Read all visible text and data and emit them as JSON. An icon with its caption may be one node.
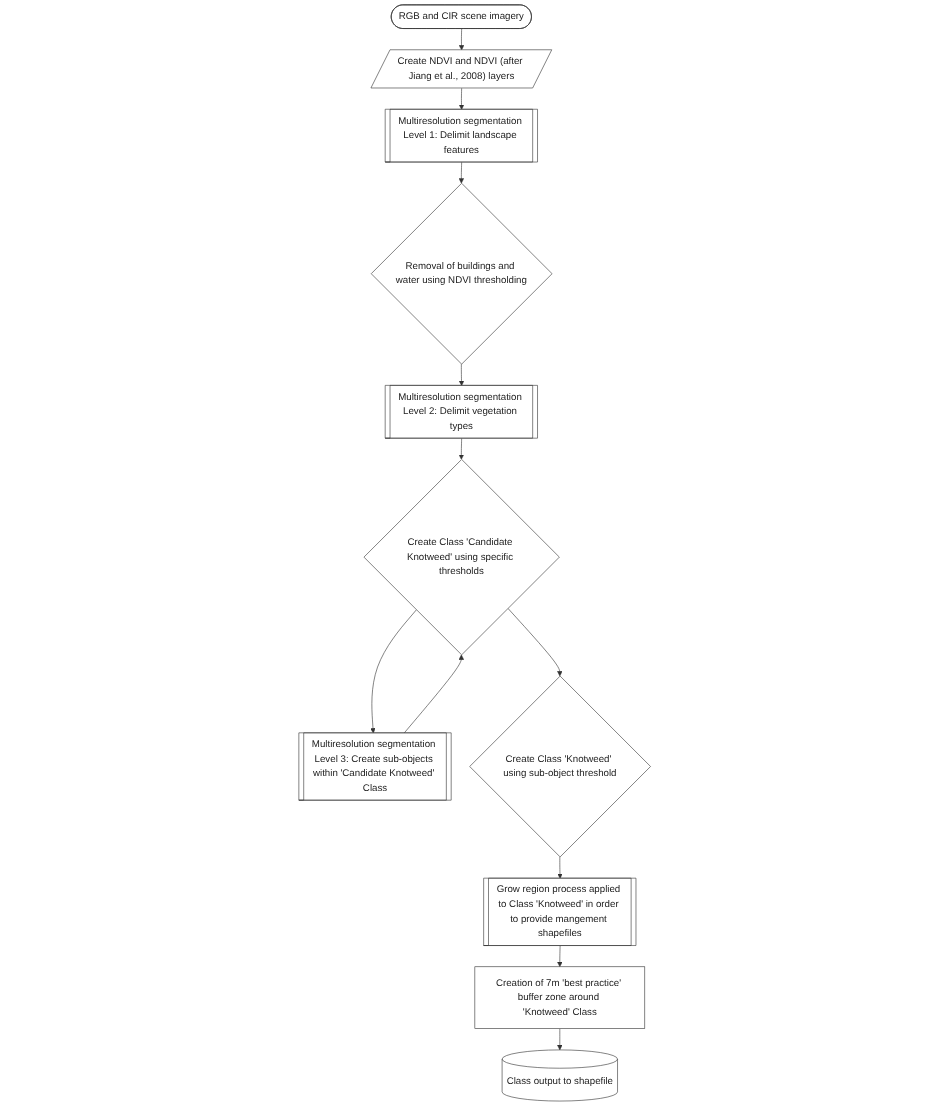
{
  "diagram": {
    "nodes": [
      {
        "text": [
          "RGB and CIR scene imagery"
        ]
      },
      {
        "text": [
          "Create NDVI and NDVI (after Jiang et al., 2008) layers"
        ]
      },
      {
        "text": [
          "Multiresolution segmentation Level 1: Delimit landscape features"
        ]
      },
      {
        "text": [
          "Removal of buildings and water using NDVI thresholding"
        ]
      },
      {
        "text": [
          "Multiresolution segmentation Level 2: Delimit vegetation types"
        ]
      },
      {
        "text": [
          "Create Class 'Candidate Knotweed' using specific thresholds"
        ]
      },
      {
        "text": [
          "Multiresolution segmentation Level 3: Create sub-objects within 'Candidate Knotweed' Class"
        ]
      },
      {
        "text": [
          "Create Class 'Knotweed' using sub-object threshold"
        ]
      },
      {
        "text": [
          "Grow region process applied to Class 'Knotweed' in order to provide mangement shapefiles"
        ]
      },
      {
        "text": [
          "Creation of 7m 'best practice' buffer zone around 'Knotweed' Class"
        ]
      },
      {
        "text": [
          "Class output to shapefile"
        ]
      }
    ],
    "edges": [
      {
        "from": 0,
        "to": 1,
        "arrow": "to"
      },
      {
        "from": 1,
        "to": 2,
        "arrow": "to"
      },
      {
        "from": 2,
        "to": 3,
        "arrow": "to"
      },
      {
        "from": 3,
        "to": 4,
        "arrow": "to"
      },
      {
        "from": 4,
        "to": 5,
        "arrow": "to"
      },
      {
        "from": 5,
        "to": 6,
        "arrow": "to"
      },
      {
        "from": 6,
        "to": 5,
        "arrow": "to"
      },
      {
        "from": 5,
        "to": 7,
        "arrow": "to"
      },
      {
        "from": 7,
        "to": 8,
        "arrow": "to"
      },
      {
        "from": 8,
        "to": 9,
        "arrow": "to"
      },
      {
        "from": 9,
        "to": 10,
        "arrow": "to"
      }
    ]
  }
}
